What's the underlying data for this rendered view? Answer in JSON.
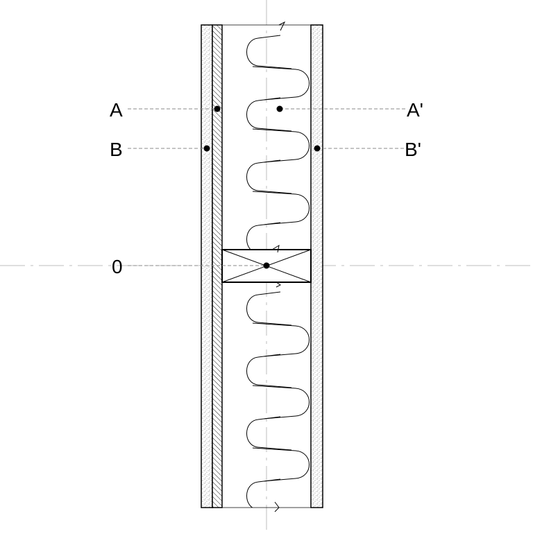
{
  "labels": {
    "a_left": "A",
    "a_right": "A'",
    "b_left": "B",
    "b_right": "B'",
    "origin": "0"
  },
  "colors": {
    "line": "#000000",
    "guide": "#8a8a8a",
    "centerline": "#bdbdbd",
    "background": "#ffffff",
    "stipple": "#555555"
  }
}
